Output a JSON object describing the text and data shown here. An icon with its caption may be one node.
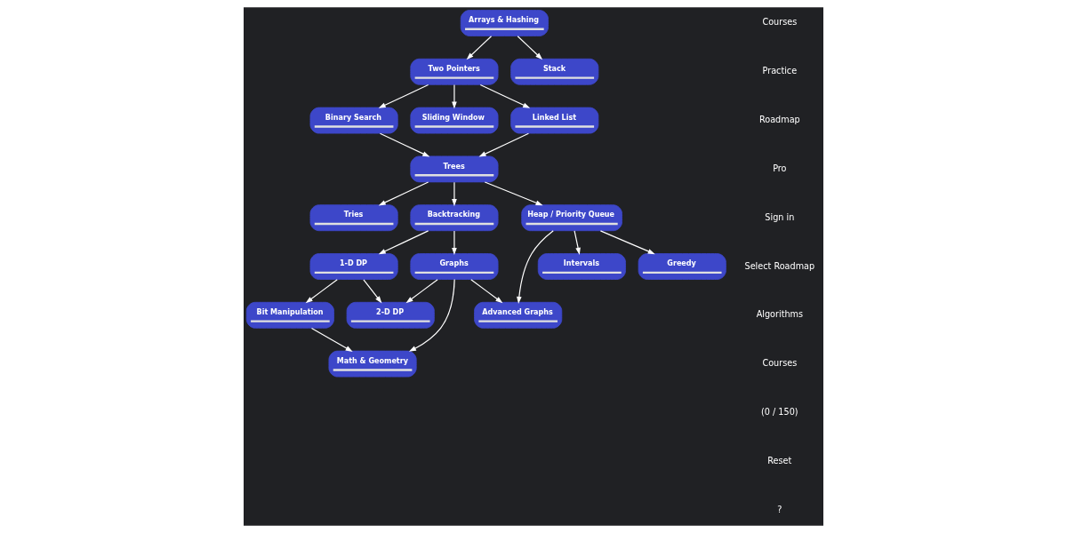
{
  "diagram": {
    "nodes": [
      {
        "text": [
          "Arrays & Hashing"
        ]
      },
      {
        "text": [
          "Two Pointers"
        ]
      },
      {
        "text": [
          "Stack"
        ]
      },
      {
        "text": [
          "Binary Search"
        ]
      },
      {
        "text": [
          "Sliding Window"
        ]
      },
      {
        "text": [
          "Linked List"
        ]
      },
      {
        "text": [
          "Trees"
        ]
      },
      {
        "text": [
          "Tries"
        ]
      },
      {
        "text": [
          "Backtracking"
        ]
      },
      {
        "text": [
          "Heap / Priority Queue"
        ]
      },
      {
        "text": [
          "Graphs"
        ]
      },
      {
        "text": [
          "1-D DP"
        ]
      },
      {
        "text": [
          "Intervals"
        ]
      },
      {
        "text": [
          "Greedy"
        ]
      },
      {
        "text": [
          "Advanced Graphs"
        ]
      },
      {
        "text": [
          "2-D DP"
        ]
      },
      {
        "text": [
          "Bit Manipulation"
        ]
      },
      {
        "text": [
          "Math & Geometry"
        ]
      }
    ],
    "edges": [
      {
        "from": 0,
        "to": 1,
        "arrow": "to"
      },
      {
        "from": 0,
        "to": 2,
        "arrow": "to"
      },
      {
        "from": 1,
        "to": 3,
        "arrow": "to"
      },
      {
        "from": 1,
        "to": 4,
        "arrow": "to"
      },
      {
        "from": 1,
        "to": 5,
        "arrow": "to"
      },
      {
        "from": 3,
        "to": 6,
        "arrow": "to"
      },
      {
        "from": 5,
        "to": 6,
        "arrow": "to"
      },
      {
        "from": 6,
        "to": 7,
        "arrow": "to"
      },
      {
        "from": 6,
        "to": 9,
        "arrow": "to"
      },
      {
        "from": 6,
        "to": 8,
        "arrow": "to"
      },
      {
        "from": 8,
        "to": 10,
        "arrow": "to"
      },
      {
        "from": 8,
        "to": 11,
        "arrow": "to"
      },
      {
        "from": 9,
        "to": 12,
        "arrow": "to"
      },
      {
        "from": 9,
        "to": 13,
        "arrow": "to"
      },
      {
        "from": 9,
        "to": 14,
        "arrow": "to"
      },
      {
        "from": 10,
        "to": 14,
        "arrow": "to"
      },
      {
        "from": 10,
        "to": 15,
        "arrow": "to"
      },
      {
        "from": 10,
        "to": 17,
        "arrow": "to"
      },
      {
        "from": 11,
        "to": 15,
        "arrow": "to"
      },
      {
        "from": 11,
        "to": 16,
        "arrow": "to"
      },
      {
        "from": 16,
        "to": 17,
        "arrow": "to"
      }
    ],
    "labels": [
      "Courses",
      "Practice",
      "Roadmap",
      "Pro",
      "Sign in",
      "Select Roadmap",
      "Algorithms",
      "Courses",
      "(0 / 150)",
      "Reset",
      "?"
    ]
  }
}
